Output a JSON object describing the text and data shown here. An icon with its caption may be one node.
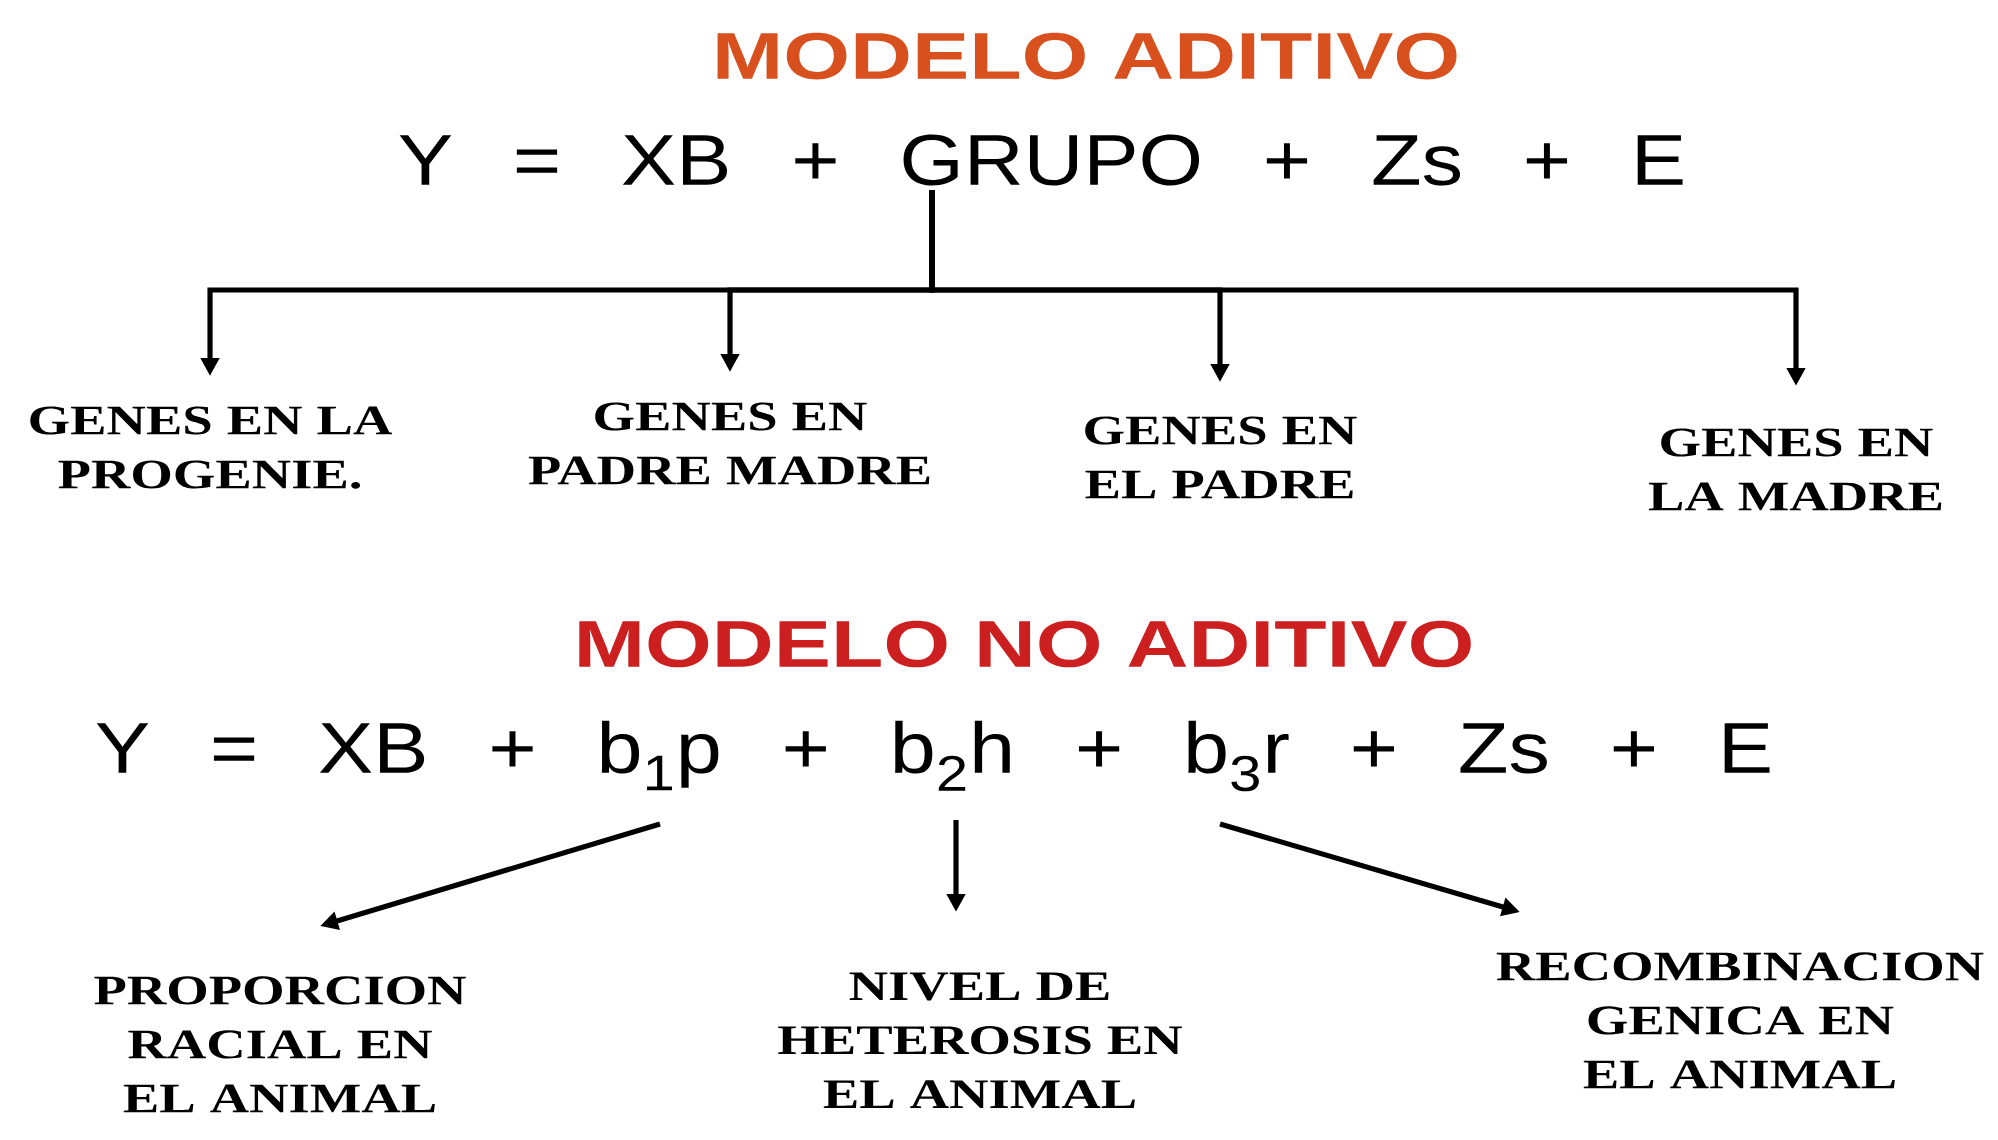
{
  "diagram": {
    "title": "MODELO ADITIVO",
    "nodes": [
      {
        "text": [
          "Y = XB  +  GRUPO  +  Zs  +  E"
        ]
      },
      {
        "text": [
          "GENES EN LA PROGENIE."
        ]
      },
      {
        "text": [
          "GENES EN PADRE MADRE"
        ]
      },
      {
        "text": [
          "GENES EN EL PADRE"
        ]
      },
      {
        "text": [
          "GENES EN LA MADRE"
        ]
      },
      {
        "text": [
          "Y = XB  +  b$_{1}$p  +  b$_{2}$h  +  b$_{3}$r  + Zs + E"
        ]
      },
      {
        "text": [
          "PROPORCION RACIAL EN EL ANIMAL"
        ]
      },
      {
        "text": [
          "NIVEL DE HETEROSIS EN EL ANIMAL"
        ]
      },
      {
        "text": [
          "RECOMBINACION GENICA EN EL ANIMAL"
        ]
      }
    ],
    "edges": [
      {
        "from": 0,
        "to": 1,
        "arrow": "to"
      },
      {
        "from": 0,
        "to": 2,
        "arrow": "to"
      },
      {
        "from": 0,
        "to": 3,
        "arrow": "to"
      },
      {
        "from": 0,
        "to": 4,
        "arrow": "to"
      },
      {
        "from": 5,
        "to": 6,
        "arrow": "to"
      },
      {
        "from": 5,
        "to": 7,
        "arrow": "to"
      },
      {
        "from": 5,
        "to": 8,
        "arrow": "to"
      }
    ],
    "labels": [
      "MODELO NO ADITIVO"
    ]
  }
}
